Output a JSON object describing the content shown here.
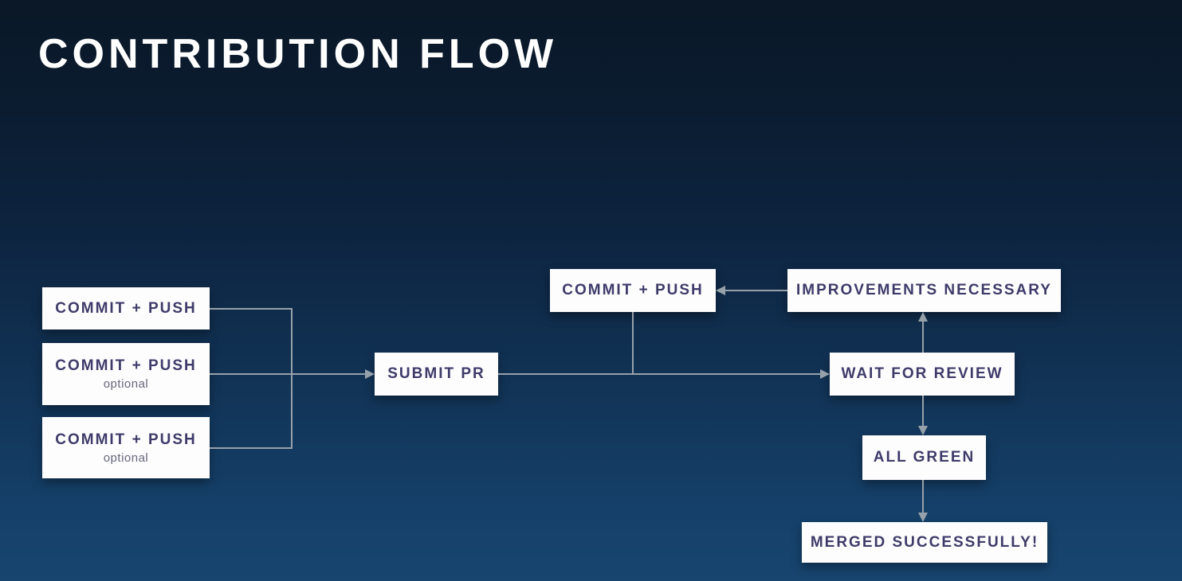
{
  "slide": {
    "title": "CONTRIBUTION FLOW"
  },
  "flow": {
    "nodes": [
      {
        "id": "commit-push-1",
        "label": "COMMIT + PUSH",
        "sublabel": ""
      },
      {
        "id": "commit-push-2",
        "label": "COMMIT + PUSH",
        "sublabel": "optional"
      },
      {
        "id": "commit-push-3",
        "label": "COMMIT + PUSH",
        "sublabel": "optional"
      },
      {
        "id": "submit-pr",
        "label": "SUBMIT PR",
        "sublabel": ""
      },
      {
        "id": "commit-push-rework",
        "label": "COMMIT + PUSH",
        "sublabel": ""
      },
      {
        "id": "improvements-necessary",
        "label": "IMPROVEMENTS NECESSARY",
        "sublabel": ""
      },
      {
        "id": "wait-for-review",
        "label": "WAIT FOR REVIEW",
        "sublabel": ""
      },
      {
        "id": "all-green",
        "label": "ALL GREEN",
        "sublabel": ""
      },
      {
        "id": "merged-successfully",
        "label": "MERGED SUCCESSFULLY!",
        "sublabel": ""
      }
    ],
    "edges": [
      {
        "from": "commit-push-1",
        "to": "submit-pr",
        "arrowhead": false
      },
      {
        "from": "commit-push-2",
        "to": "submit-pr",
        "arrowhead": true
      },
      {
        "from": "commit-push-3",
        "to": "submit-pr",
        "arrowhead": false
      },
      {
        "from": "submit-pr",
        "to": "wait-for-review",
        "arrowhead": true
      },
      {
        "from": "commit-push-rework",
        "to": "wait-for-review",
        "arrowhead": false
      },
      {
        "from": "improvements-necessary",
        "to": "commit-push-rework",
        "arrowhead": true
      },
      {
        "from": "wait-for-review",
        "to": "improvements-necessary",
        "arrowhead": true
      },
      {
        "from": "wait-for-review",
        "to": "all-green",
        "arrowhead": true
      },
      {
        "from": "all-green",
        "to": "merged-successfully",
        "arrowhead": true
      }
    ]
  },
  "colors": {
    "background_top": "#0a1827",
    "background_bottom": "#17456f",
    "node_background": "#fdfdfe",
    "node_text": "#3e3b69",
    "sublabel_text": "#66667a",
    "connector": "#97a1aa",
    "title_text": "#ffffff"
  }
}
